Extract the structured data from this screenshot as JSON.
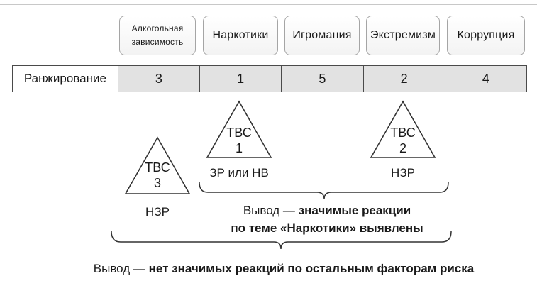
{
  "factors": [
    {
      "label": "Алкогольная\nзависимость"
    },
    {
      "label": "Наркотики"
    },
    {
      "label": "Игромания"
    },
    {
      "label": "Экстремизм"
    },
    {
      "label": "Коррупция"
    }
  ],
  "ranking": {
    "label": "Ранжирование",
    "values": [
      "3",
      "1",
      "5",
      "2",
      "4"
    ]
  },
  "triangles": [
    {
      "line1": "ТВС",
      "line2": "1",
      "below": "ЗР или НВ"
    },
    {
      "line1": "ТВС",
      "line2": "2",
      "below": "НЗР"
    },
    {
      "line1": "ТВС",
      "line2": "3",
      "below": "НЗР"
    }
  ],
  "conclusion_inner": {
    "lead": "Вывод —",
    "rest": "значимые реакции",
    "line2": "по теме «Наркотики» выявлены"
  },
  "conclusion_outer": {
    "lead": "Вывод —",
    "rest": "нет значимых реакций по остальным факторам риска"
  }
}
